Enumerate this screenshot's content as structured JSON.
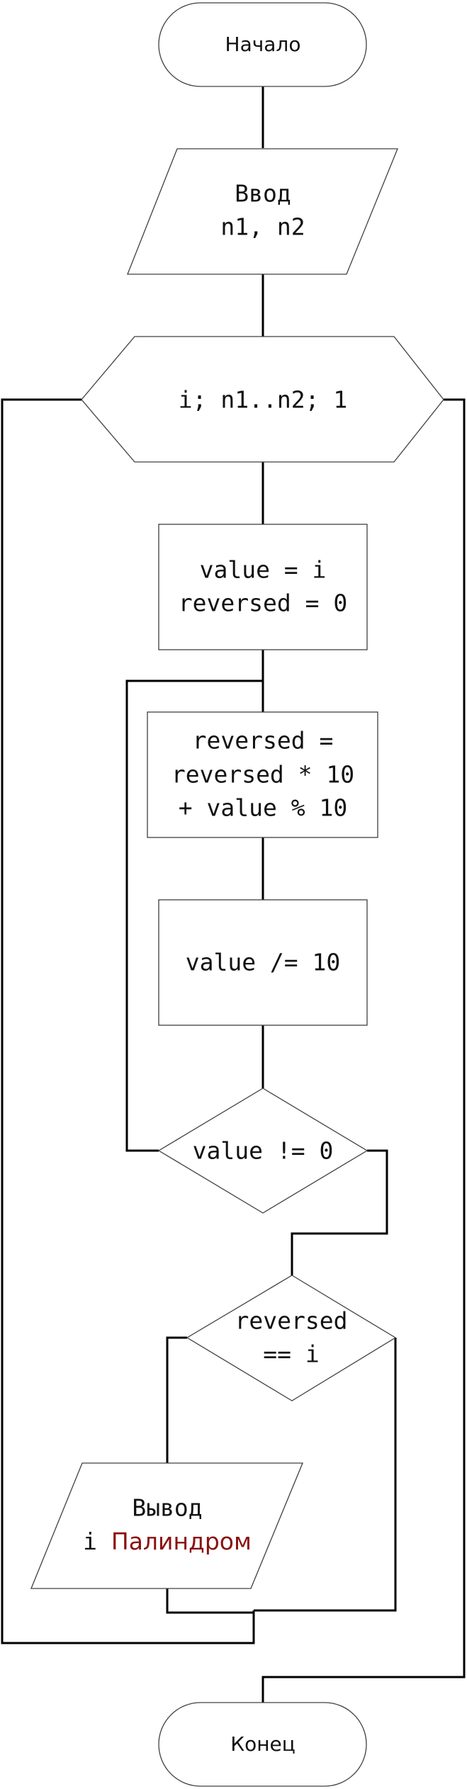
{
  "flowchart": {
    "start_label": "Начало",
    "input": {
      "line1": "Ввод",
      "line2": "n1, n2"
    },
    "loop_label": "i; n1..n2; 1",
    "init": {
      "line1": "value = i",
      "line2": "reversed = 0"
    },
    "compute": {
      "line1": "reversed =",
      "line2": "reversed * 10",
      "line3": "+ value % 10"
    },
    "divide_label": "value /= 10",
    "cond_value": "value != 0",
    "cond_reversed": {
      "line1": "reversed",
      "line2": "== i"
    },
    "output": {
      "line1": "Вывод",
      "line2_var": "i",
      "line2_text": "Палиндром"
    },
    "end_label": "Конец"
  },
  "colors": {
    "highlight_text": "#8b1010",
    "connector": "#000000",
    "shape_border": "#404040"
  }
}
